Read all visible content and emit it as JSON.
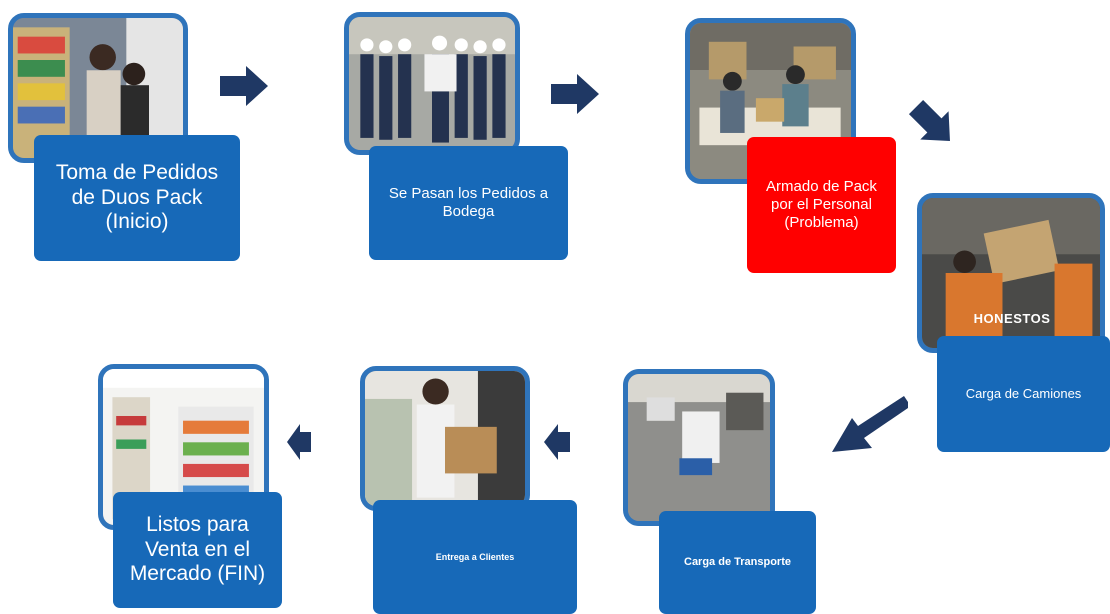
{
  "steps": [
    {
      "label": "Toma de Pedidos de Duos Pack (Inicio)",
      "style": "normal"
    },
    {
      "label": "Se Pasan los Pedidos a Bodega",
      "style": "normal"
    },
    {
      "label": "Armado de Pack por el Personal (Problema)",
      "style": "problem"
    },
    {
      "label": "Carga de Camiones",
      "style": "normal"
    },
    {
      "label": "Carga de Transporte",
      "style": "normal"
    },
    {
      "label": "Entrega a Clientes",
      "style": "normal"
    },
    {
      "label": "Listos para Venta en el Mercado (FIN)",
      "style": "normal"
    }
  ],
  "photo_texts": {
    "honestos": "HONESTOS"
  },
  "colors": {
    "box": "#1769b8",
    "problem": "#ff0000",
    "arrow": "#1f3864",
    "photo_frame": "#2f74bb"
  }
}
